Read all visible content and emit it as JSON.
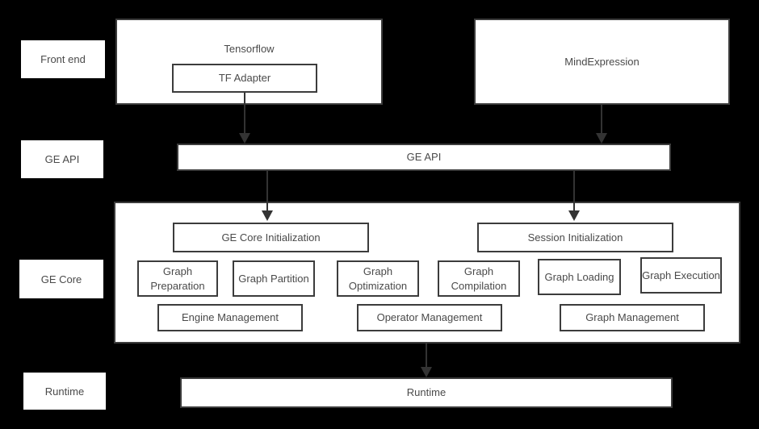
{
  "theme": {
    "bg": "#000000",
    "fill": "#ffffff",
    "border": "#3c3c3c",
    "arrow": "#333333",
    "text": "#4a4a4a"
  },
  "layers": {
    "front_end": "Front end",
    "ge_api": "GE API",
    "ge_core": "GE Core",
    "runtime": "Runtime"
  },
  "front_end": {
    "tensorflow": {
      "title": "Tensorflow",
      "adapter": "TF Adapter"
    },
    "mind_expression": {
      "title": "MindExpression"
    }
  },
  "ge_api": {
    "label": "GE API"
  },
  "ge_core": {
    "core_init": "GE Core Initialization",
    "session_init": "Session Initialization",
    "pipeline": [
      "Graph Preparation",
      "Graph Partition",
      "Graph Optimization",
      "Graph Compilation",
      "Graph Loading",
      "Graph Execution"
    ],
    "management": [
      "Engine Management",
      "Operator Management",
      "Graph Management"
    ]
  },
  "runtime": {
    "label": "Runtime"
  }
}
